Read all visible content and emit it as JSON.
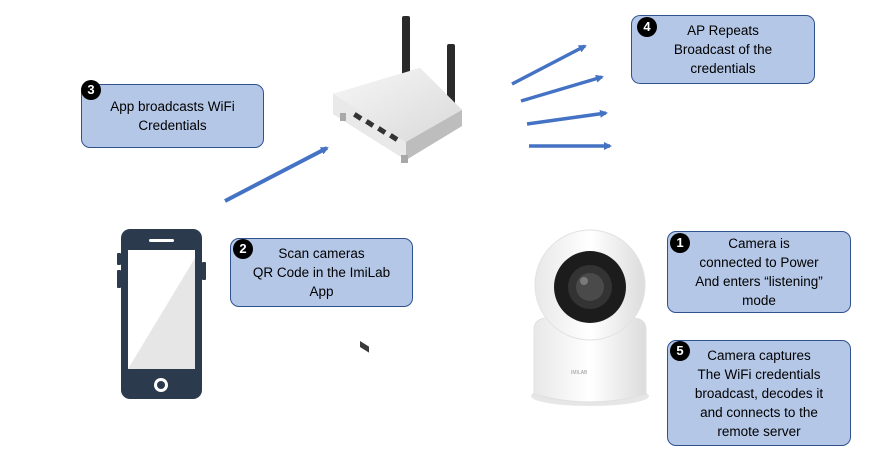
{
  "steps": [
    {
      "number": "1",
      "text": "Camera is\nconnected to Power\nAnd enters “listening”\nmode"
    },
    {
      "number": "2",
      "text": "Scan cameras\nQR Code in the ImiLab\nApp"
    },
    {
      "number": "3",
      "text": "App broadcasts WiFi\nCredentials"
    },
    {
      "number": "4",
      "text": "AP Repeats\nBroadcast of the\ncredentials"
    },
    {
      "number": "5",
      "text": "Camera captures\nThe WiFi credentials\nbroadcast, decodes it\nand connects to the\nremote server"
    }
  ],
  "camera": {
    "brand_label": "IMILAB"
  },
  "colors": {
    "box_fill": "#b4c7e7",
    "box_border": "#2f528f",
    "arrow": "#4472c4",
    "phone": "#2b3a4c"
  }
}
